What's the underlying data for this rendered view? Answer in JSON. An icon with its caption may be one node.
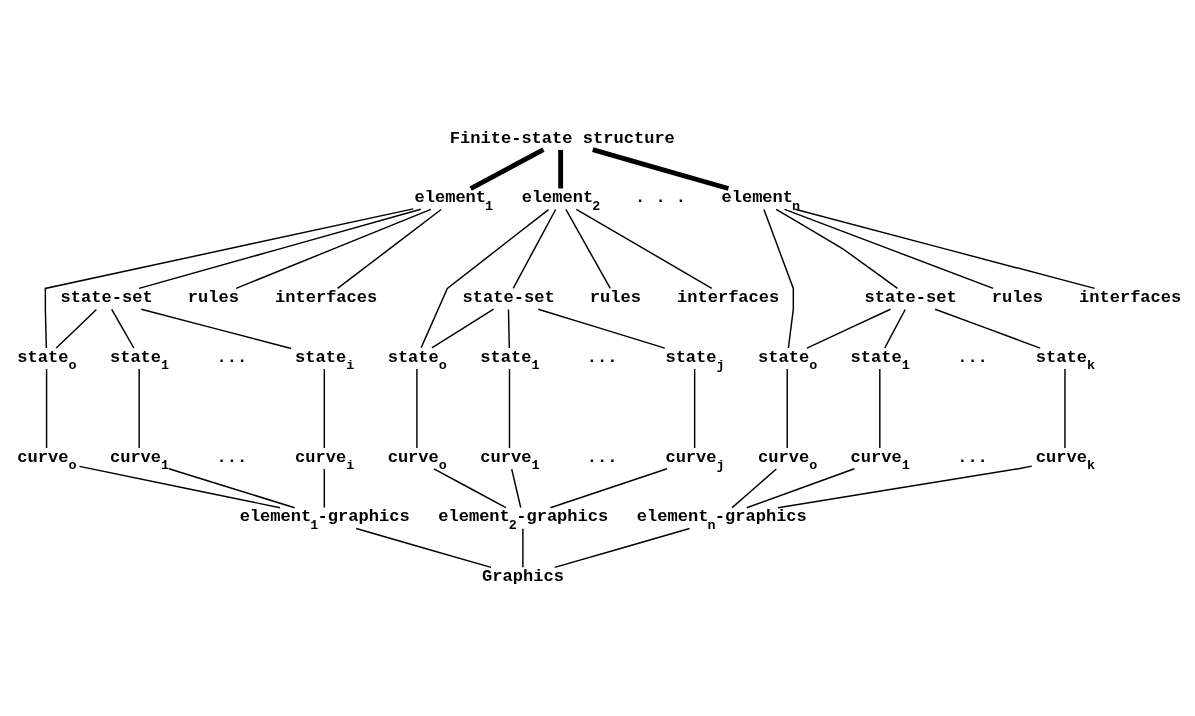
{
  "diagram": {
    "nodes": [
      {
        "text": [
          "Finite-state structure"
        ]
      },
      {
        "text": [
          "element$_{1}$"
        ]
      },
      {
        "text": [
          "interfaces"
        ]
      },
      {
        "text": [
          "state-set"
        ]
      },
      {
        "text": [
          "rules"
        ]
      },
      {
        "text": [
          "state$_{o}$"
        ]
      },
      {
        "text": [
          "state$_{1}$"
        ]
      },
      {
        "text": [
          "state$_{i}$"
        ]
      },
      {
        "text": [
          "curve$_{o}$"
        ]
      },
      {
        "text": [
          "curve$_{1}$"
        ]
      },
      {
        "text": [
          "curve$_{i}$"
        ]
      },
      {
        "text": [
          "element$_{1}$-graphics"
        ]
      },
      {
        "text": [
          "element$_{2}$"
        ]
      },
      {
        "text": [
          "interfaces"
        ]
      },
      {
        "text": [
          "state-set"
        ]
      },
      {
        "text": [
          "rules"
        ]
      },
      {
        "text": [
          "state$_{o}$"
        ]
      },
      {
        "text": [
          "state$_{1}$"
        ]
      },
      {
        "text": [
          "state$_{j}$"
        ]
      },
      {
        "text": [
          "curve$_{o}$"
        ]
      },
      {
        "text": [
          "curve$_{1}$"
        ]
      },
      {
        "text": [
          "curve$_{j}$"
        ]
      },
      {
        "text": [
          "element$_{2}$-graphics"
        ]
      },
      {
        "text": [
          "element$_{n}$"
        ]
      },
      {
        "text": [
          "interfaces"
        ]
      },
      {
        "text": [
          "state-set"
        ]
      },
      {
        "text": [
          "rules"
        ]
      },
      {
        "text": [
          "state$_{o}$"
        ]
      },
      {
        "text": [
          "state$_{1}$"
        ]
      },
      {
        "text": [
          "state$_{k}$"
        ]
      },
      {
        "text": [
          "curve$_{o}$"
        ]
      },
      {
        "text": [
          "curve$_{1}$"
        ]
      },
      {
        "text": [
          "curve$_{k}$"
        ]
      },
      {
        "text": [
          "element$_{n}$-graphics"
        ]
      },
      {
        "text": [
          "Graphics"
        ]
      }
    ],
    "edges": [
      {
        "from": 0,
        "to": 1,
        "arrow": "none",
        "style": "thick"
      },
      {
        "from": 0,
        "to": 12,
        "arrow": "none",
        "style": "thick"
      },
      {
        "from": 0,
        "to": 23,
        "arrow": "none",
        "style": "thick"
      },
      {
        "from": 1,
        "to": 5,
        "arrow": "none"
      },
      {
        "from": 1,
        "to": 3,
        "arrow": "none"
      },
      {
        "from": 1,
        "to": 4,
        "arrow": "none"
      },
      {
        "from": 1,
        "to": 2,
        "arrow": "none"
      },
      {
        "from": 3,
        "to": 5,
        "arrow": "none"
      },
      {
        "from": 3,
        "to": 6,
        "arrow": "none"
      },
      {
        "from": 3,
        "to": 7,
        "arrow": "none"
      },
      {
        "from": 5,
        "to": 8,
        "arrow": "none"
      },
      {
        "from": 6,
        "to": 9,
        "arrow": "none"
      },
      {
        "from": 7,
        "to": 10,
        "arrow": "none"
      },
      {
        "from": 8,
        "to": 11,
        "arrow": "none"
      },
      {
        "from": 9,
        "to": 11,
        "arrow": "none"
      },
      {
        "from": 10,
        "to": 11,
        "arrow": "none"
      },
      {
        "from": 12,
        "to": 16,
        "arrow": "none"
      },
      {
        "from": 12,
        "to": 14,
        "arrow": "none"
      },
      {
        "from": 12,
        "to": 15,
        "arrow": "none"
      },
      {
        "from": 12,
        "to": 13,
        "arrow": "none"
      },
      {
        "from": 14,
        "to": 16,
        "arrow": "none"
      },
      {
        "from": 14,
        "to": 17,
        "arrow": "none"
      },
      {
        "from": 14,
        "to": 18,
        "arrow": "none"
      },
      {
        "from": 16,
        "to": 19,
        "arrow": "none"
      },
      {
        "from": 17,
        "to": 20,
        "arrow": "none"
      },
      {
        "from": 18,
        "to": 21,
        "arrow": "none"
      },
      {
        "from": 19,
        "to": 22,
        "arrow": "none"
      },
      {
        "from": 20,
        "to": 22,
        "arrow": "none"
      },
      {
        "from": 21,
        "to": 22,
        "arrow": "none"
      },
      {
        "from": 23,
        "to": 27,
        "arrow": "none"
      },
      {
        "from": 23,
        "to": 25,
        "arrow": "none"
      },
      {
        "from": 23,
        "to": 26,
        "arrow": "none"
      },
      {
        "from": 23,
        "to": 24,
        "arrow": "none"
      },
      {
        "from": 25,
        "to": 27,
        "arrow": "none"
      },
      {
        "from": 25,
        "to": 28,
        "arrow": "none"
      },
      {
        "from": 25,
        "to": 29,
        "arrow": "none"
      },
      {
        "from": 27,
        "to": 30,
        "arrow": "none"
      },
      {
        "from": 28,
        "to": 31,
        "arrow": "none"
      },
      {
        "from": 29,
        "to": 32,
        "arrow": "none"
      },
      {
        "from": 30,
        "to": 33,
        "arrow": "none"
      },
      {
        "from": 31,
        "to": 33,
        "arrow": "none"
      },
      {
        "from": 32,
        "to": 33,
        "arrow": "none"
      },
      {
        "from": 11,
        "to": 34,
        "arrow": "none"
      },
      {
        "from": 22,
        "to": 34,
        "arrow": "none"
      },
      {
        "from": 33,
        "to": 34,
        "arrow": "none"
      }
    ],
    "labels": [
      ". . .",
      "...",
      "...",
      "...",
      "...",
      "...",
      "..."
    ]
  }
}
